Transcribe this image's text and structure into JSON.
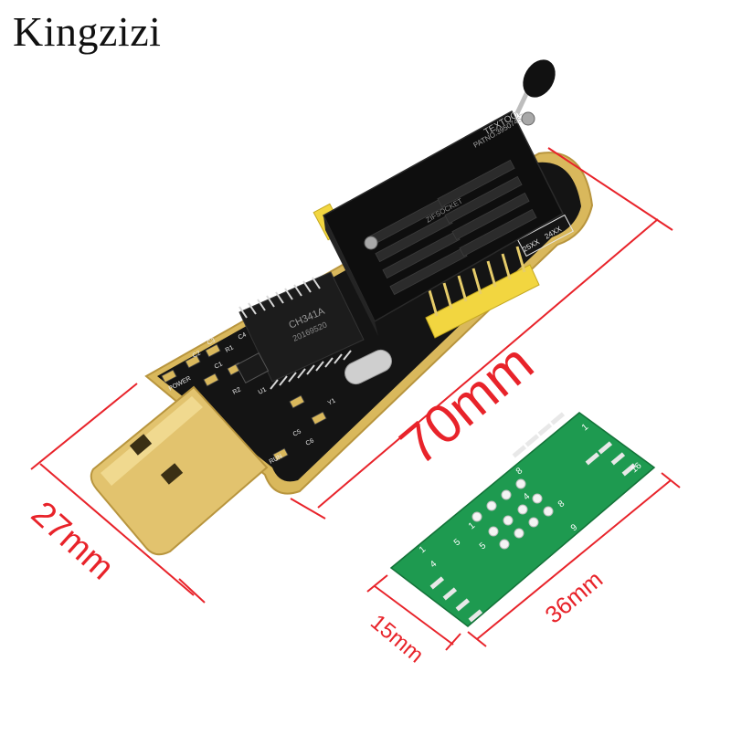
{
  "brand": {
    "name": "Kingzizi"
  },
  "colors": {
    "dimension": "#e8232a",
    "pcb_black": "#141414",
    "pcb_gold": "#d9b85c",
    "adapter_green": "#1e9a50",
    "usb_gold": "#e2c36e",
    "header_yellow": "#f2d640"
  },
  "dimensions": {
    "length": "70mm",
    "width": "27mm",
    "adapter_width": "15mm",
    "adapter_length": "36mm"
  },
  "programmer": {
    "chip_label": "CH341A",
    "chip_code": "20169520",
    "socket_brand": "TEXTOOL",
    "socket_patent": "PATNO.3950745",
    "socket_model": "ZIFSOCKET",
    "header_labels": [
      "25XX",
      "24XX"
    ],
    "silkscreen": [
      "POWER",
      "RUN",
      "C1",
      "C2",
      "C3",
      "C4",
      "C5",
      "C6",
      "Y1",
      "R1",
      "R2",
      "U1"
    ]
  },
  "adapter": {
    "pin_labels": [
      "1",
      "4",
      "5",
      "8",
      "1",
      "4",
      "5",
      "8",
      "9",
      "16",
      "1"
    ]
  }
}
